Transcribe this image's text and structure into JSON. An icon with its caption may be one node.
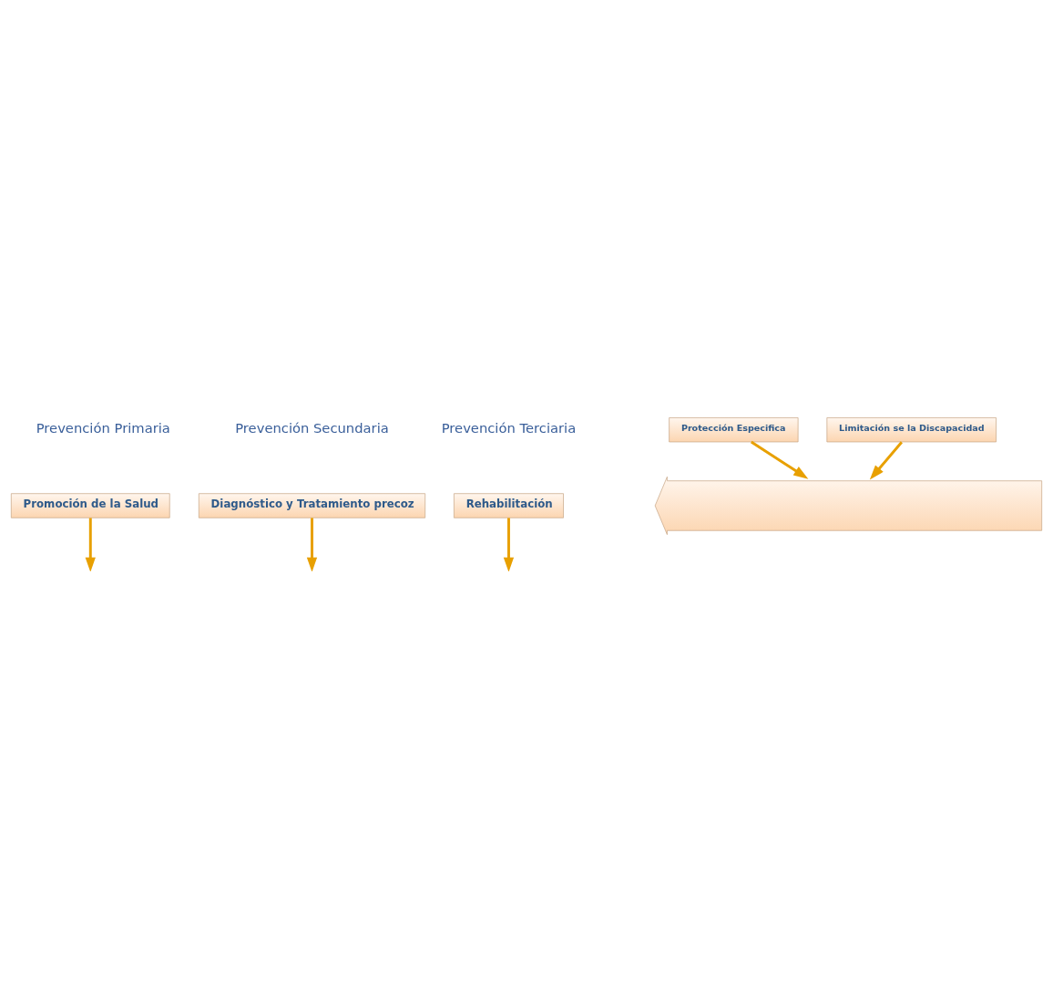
{
  "diagram": {
    "nodes": [
      {
        "text": [
          "Promoción de la Salud"
        ]
      },
      {
        "text": [
          "Diagnóstico y Tratamiento precoz"
        ]
      },
      {
        "text": [
          "Rehabilitación"
        ]
      },
      {
        "text": [
          "Protección Especifica"
        ]
      },
      {
        "text": [
          "Limitación se la Discapacidad"
        ]
      },
      {
        "text": [],
        "shape": "arrow"
      }
    ],
    "edges": [
      {
        "from": 0,
        "to": null,
        "arrow": "to"
      },
      {
        "from": 1,
        "to": null,
        "arrow": "to"
      },
      {
        "from": 2,
        "to": null,
        "arrow": "to"
      },
      {
        "from": 3,
        "to": 5,
        "arrow": "to"
      },
      {
        "from": 4,
        "to": 5,
        "arrow": "to"
      }
    ],
    "labels": [
      "Prevención Primaria",
      "Prevención Secundaria",
      "Prevención Terciaria"
    ]
  }
}
